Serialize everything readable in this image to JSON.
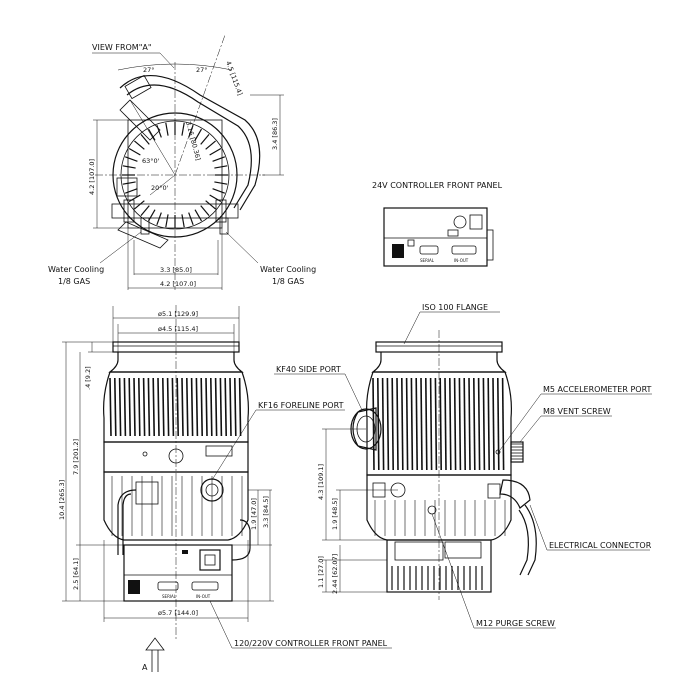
{
  "labels": {
    "view_from_a": "VIEW FROM\"A\"",
    "water_cooling_left_1": "Water Cooling",
    "water_cooling_left_2": "1/8 GAS",
    "water_cooling_right_1": "Water Cooling",
    "water_cooling_right_2": "1/8 GAS",
    "controller_24v": "24V CONTROLLER FRONT PANEL",
    "iso_flange": "ISO 100 FLANGE",
    "kf40_side_port": "KF40 SIDE PORT",
    "kf16_foreline_port": "KF16 FORELINE PORT",
    "m5_accelerometer_port": "M5 ACCELEROMETER PORT",
    "m8_vent_screw": "M8 VENT SCREW",
    "electrical_connector": "ELECTRICAL CONNECTOR",
    "m12_purge_screw": "M12 PURGE SCREW",
    "controller_220v": "120/220V CONTROLLER FRONT PANEL",
    "arrow_a": "A"
  },
  "dimensions": {
    "top_angle_left": "27°",
    "top_angle_right": "27°",
    "top_radius": "4.5 [115.4]",
    "top_radius2": "3.16 [80.36]",
    "top_height_right": "3.4 [86.3]",
    "top_height_left": "4.2 [107.0]",
    "angle_63": "63°0'",
    "angle_20": "20°0'",
    "top_width_inner": "3.3 [85.0]",
    "top_width_outer": "4.2 [107.0]",
    "front_dia_outer": "ø5.1 [129.9]",
    "front_dia_inner": "ø4.5 [115.4]",
    "front_dia_bottom": "ø5.7 [144.0]",
    "front_total_height": "10.4 [265.3]",
    "front_upper_height": "7.9 [201.2]",
    "front_flange_height": ".4 [9.2]",
    "front_port_height_1": "1.9 [47.0]",
    "front_port_height_2": "3.3 [84.5]",
    "front_base_height": "2.5 [64.1]",
    "side_height_1": "4.3 [109.1]",
    "side_height_2": "1.9 [48.5]",
    "side_height_3": "1.1 [27.0]",
    "side_height_4": "2.44 [62.07]"
  },
  "panel_text": {
    "serial": "SERIAL",
    "inout": "IN-OUT"
  }
}
